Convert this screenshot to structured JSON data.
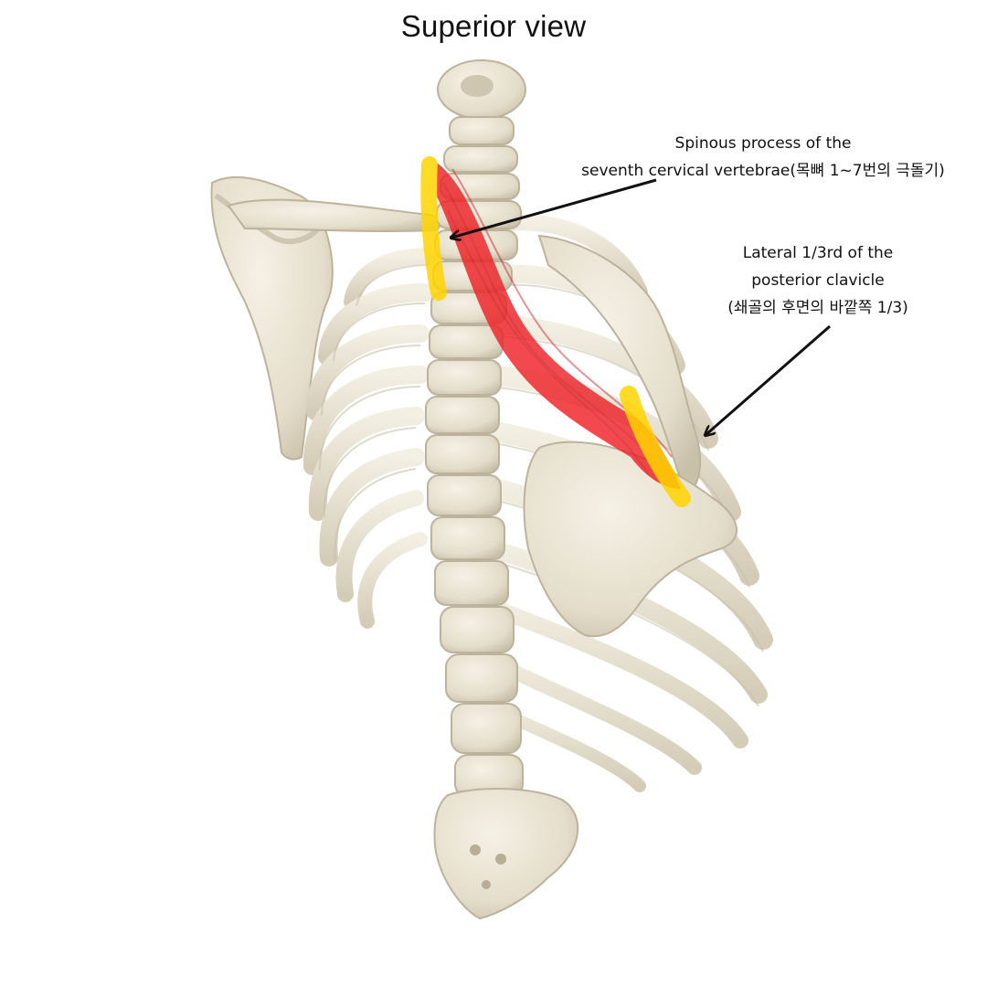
{
  "title": "Superior view",
  "annotations": {
    "origin": {
      "line1": "Spinous process of the",
      "line2": "seventh cervical vertebrae(목뼈 1~7번의 극돌기)"
    },
    "insertion": {
      "line1": "Lateral 1/3rd of the",
      "line2": "posterior clavicle",
      "line3": "(쇄골의 후면의 바깥쪽 1/3)"
    }
  },
  "colors": {
    "bone": "#e9e3d3",
    "bone_shadow": "#c9c0aa",
    "muscle": "#ee2228",
    "attachment_highlight": "#ffd400",
    "arrow": "#111111"
  }
}
